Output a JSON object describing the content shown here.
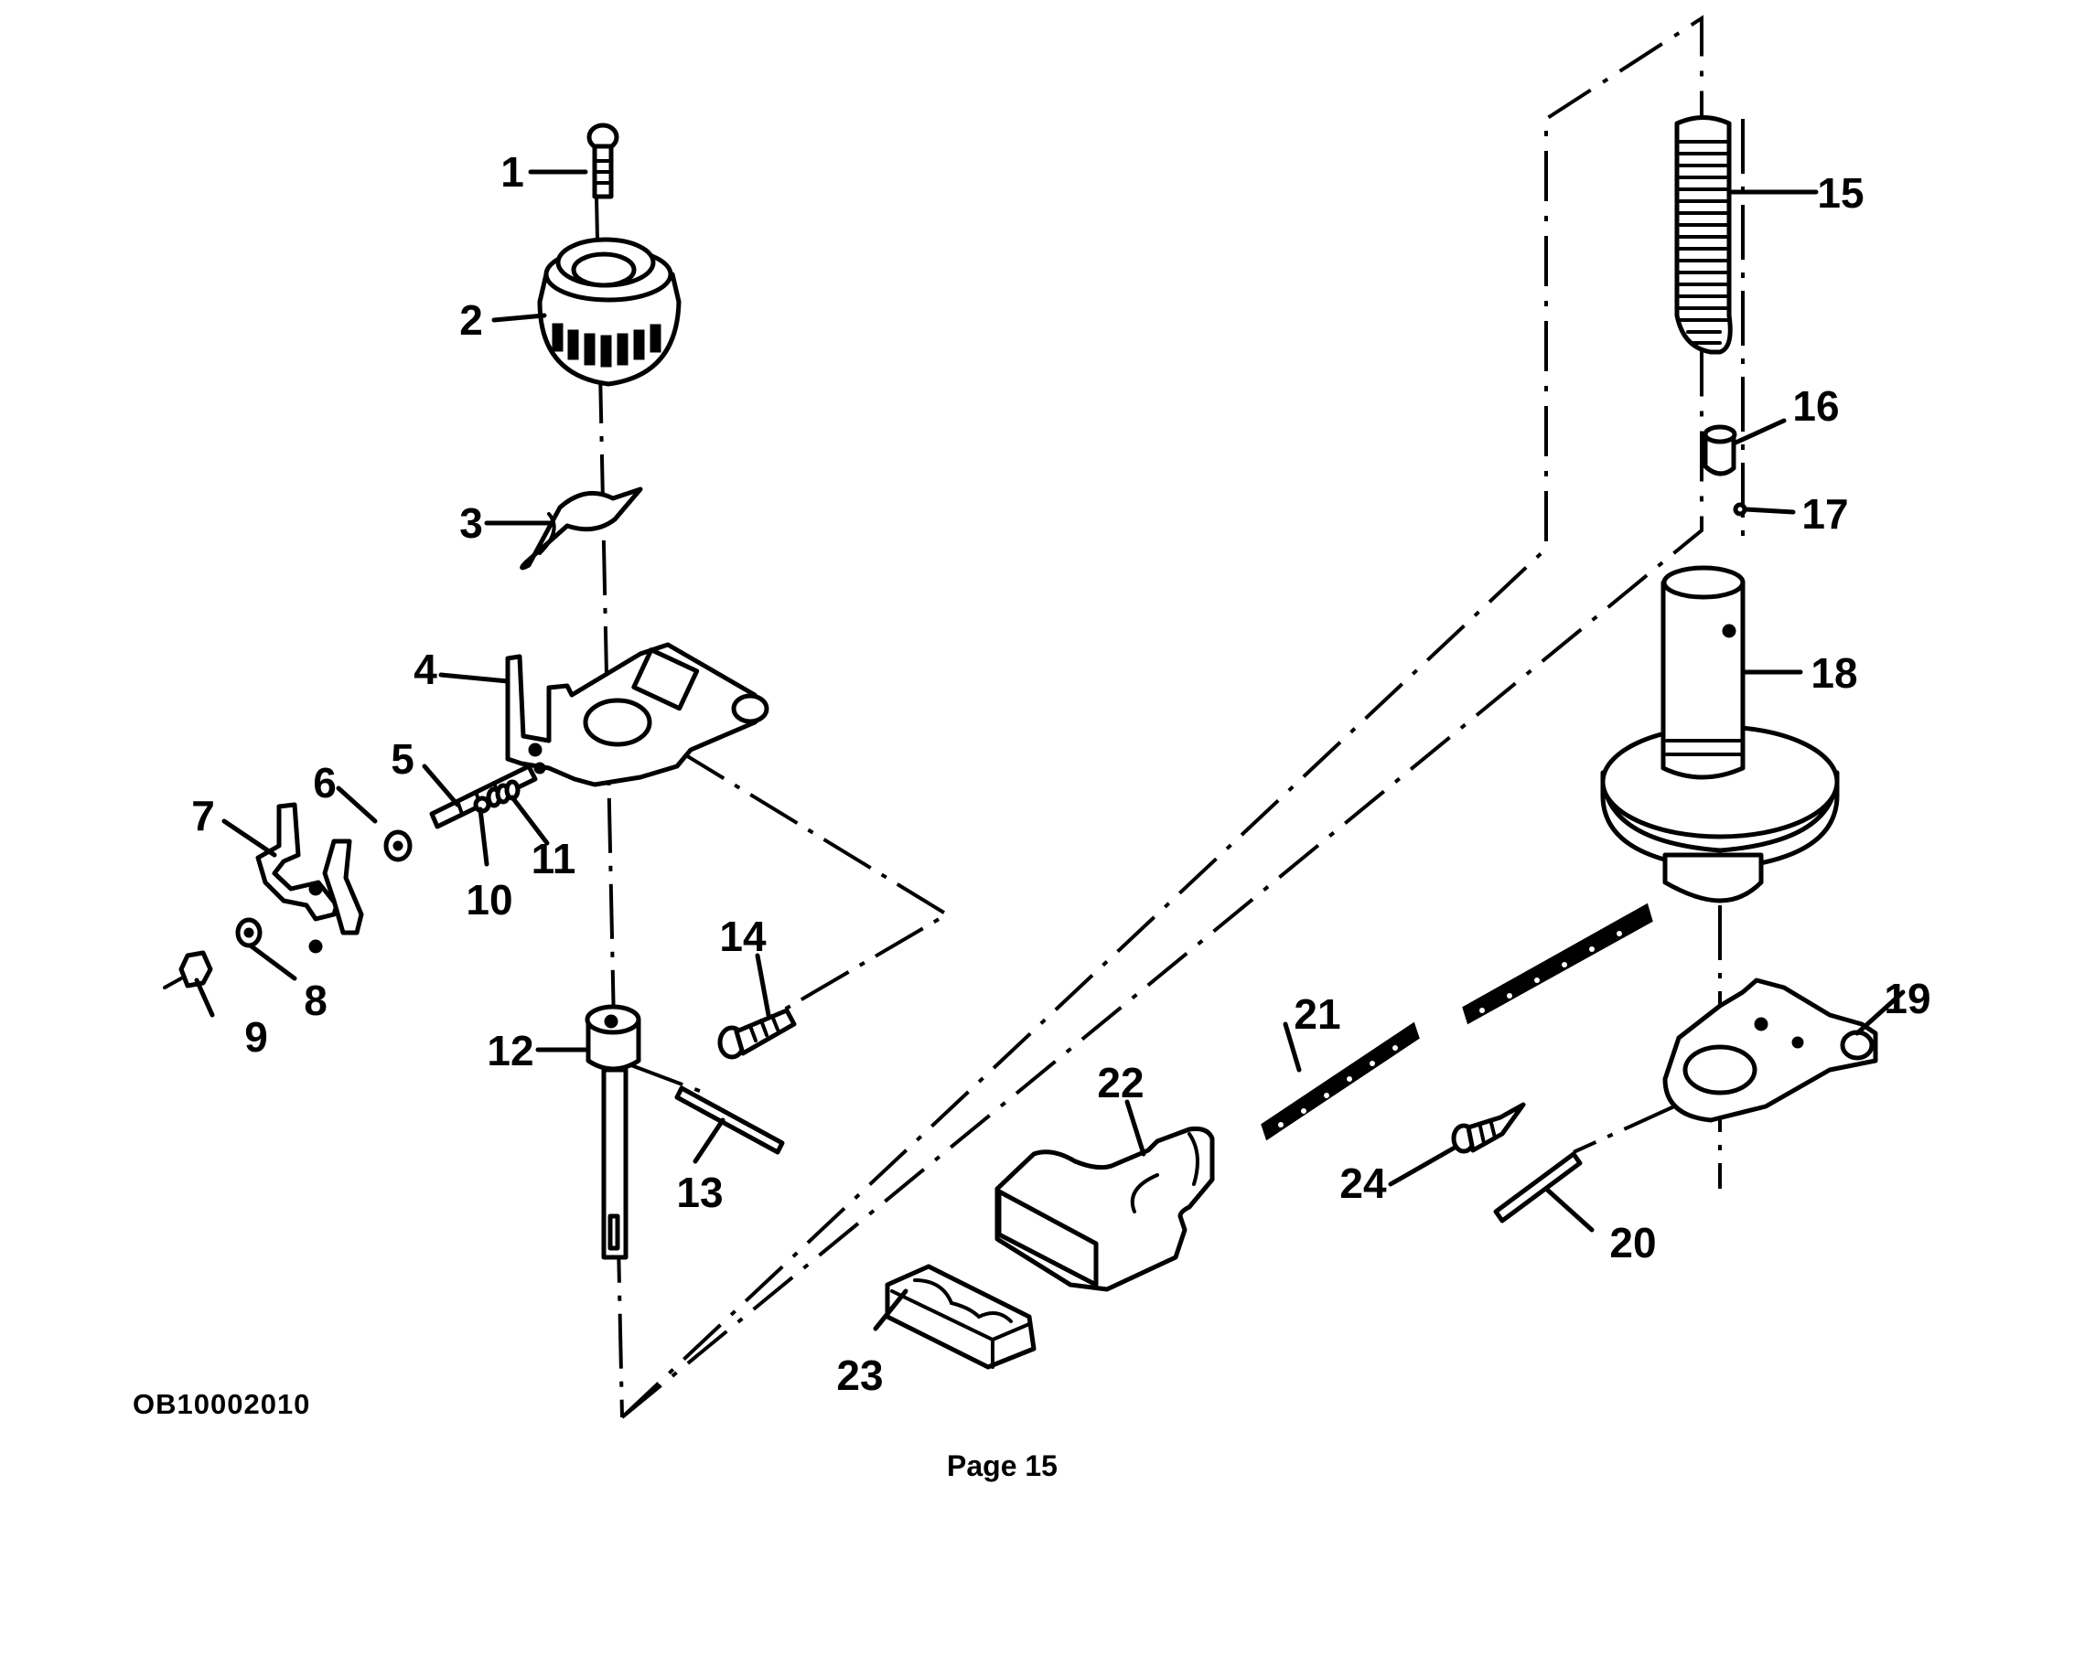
{
  "document": {
    "figure_code": "OB10002010",
    "page_label": "Page 15"
  },
  "diagram": {
    "type": "exploded-parts-view",
    "callouts": [
      {
        "id": 1,
        "label": "1"
      },
      {
        "id": 2,
        "label": "2"
      },
      {
        "id": 3,
        "label": "3"
      },
      {
        "id": 4,
        "label": "4"
      },
      {
        "id": 5,
        "label": "5"
      },
      {
        "id": 6,
        "label": "6"
      },
      {
        "id": 7,
        "label": "7"
      },
      {
        "id": 8,
        "label": "8"
      },
      {
        "id": 9,
        "label": "9"
      },
      {
        "id": 10,
        "label": "10"
      },
      {
        "id": 11,
        "label": "11"
      },
      {
        "id": 12,
        "label": "12"
      },
      {
        "id": 13,
        "label": "13"
      },
      {
        "id": 14,
        "label": "14"
      },
      {
        "id": 15,
        "label": "15"
      },
      {
        "id": 16,
        "label": "16"
      },
      {
        "id": 17,
        "label": "17"
      },
      {
        "id": 18,
        "label": "18"
      },
      {
        "id": 19,
        "label": "19"
      },
      {
        "id": 20,
        "label": "20"
      },
      {
        "id": 21,
        "label": "21"
      },
      {
        "id": 22,
        "label": "22"
      },
      {
        "id": 23,
        "label": "23"
      },
      {
        "id": 24,
        "label": "24"
      }
    ]
  }
}
